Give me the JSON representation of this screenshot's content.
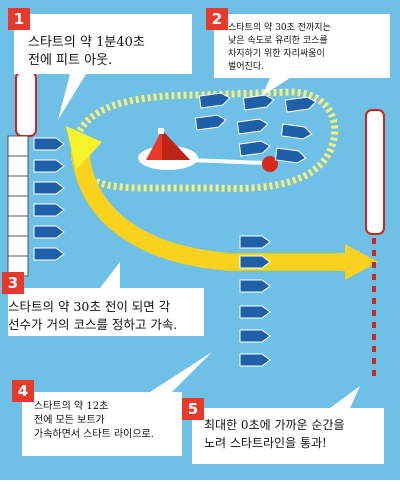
{
  "colors": {
    "water": "#6ec0e6",
    "callout_number": "#e8392b",
    "arrow_yellow": "#f8d21d",
    "dotted_path": "#f3ef7a",
    "boats": "#1f5fa8",
    "start_line": "#c8281f",
    "mark_buoy": "#e8392b"
  },
  "callouts": [
    {
      "number": "1",
      "lines": [
        "스타트의 약 1분40초",
        "전에 피트 아웃."
      ]
    },
    {
      "number": "2",
      "lines": [
        "스타트의 약 30초 전까지는",
        "낮은 속도로 유리한 코스를",
        "차지하기 위한 자리싸움이",
        "벌어진다."
      ]
    },
    {
      "number": "3",
      "lines": [
        "스타트의 약 30초 전이 되면 각",
        "선수가 거의 코스를 정하고 가속."
      ]
    },
    {
      "number": "4",
      "lines": [
        "스타트의 약 12초",
        "전에 모든 보트가",
        "가속하면서 스타트 라이으로."
      ]
    },
    {
      "number": "5",
      "lines": [
        "최대한 0초에 가까운 순간을",
        "노려 스타트라인을 통과!"
      ]
    }
  ],
  "icons": {
    "pit": "pit-box-icon",
    "boat": "boat-icon",
    "buoy": "turn-mark-buoy-icon",
    "start_pole": "start-line-pole-icon"
  }
}
